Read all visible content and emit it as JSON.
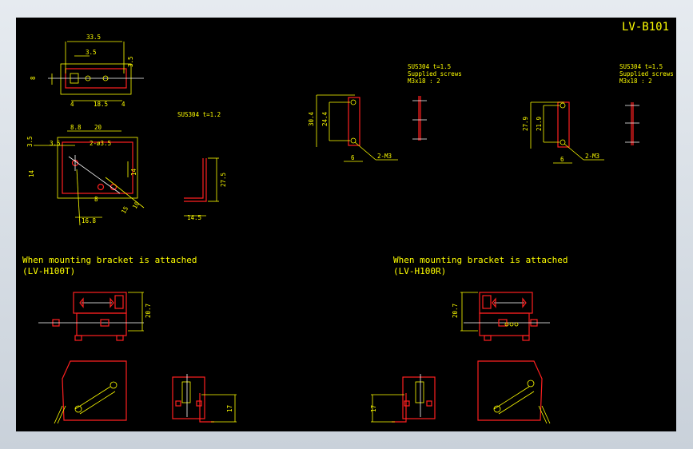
{
  "drawing": {
    "title": "LV-B101",
    "notes": {
      "material_top": "SUS304   t=1.2",
      "material_right": "SUS304   t=1.5",
      "supplied": "Supplied screws",
      "screws": "M3x18 : 2",
      "caption_left_1": "When mounting bracket is attached",
      "caption_left_2": "(LV-H100T)",
      "caption_right_1": "When mounting bracket is attached",
      "caption_right_2": "(LV-H100R)"
    },
    "dims": {
      "d33_5": "33.5",
      "d3_5a": "3.5",
      "d3_5b": "3.5",
      "d8": "8",
      "d4a": "4",
      "d18_5": "18.5",
      "d4b": "4",
      "d8_8": "8.8",
      "d20": "20",
      "d3_5c": "3.5",
      "d3_5d": "3.5",
      "holes": "2-ø3.5",
      "d14a": "14",
      "d14b": "14",
      "d8b": "8",
      "d16_8": "16.8",
      "d15": "15",
      "d10": "10",
      "d27_5": "27.5",
      "d14_5": "14.5",
      "d30_4": "30.4",
      "d24_4": "24.4",
      "d6a": "6",
      "m3a": "2-M3",
      "d27_9": "27.9",
      "d21_9": "21.9",
      "d6b": "6",
      "m3b": "2-M3",
      "d20_7a": "20.7",
      "d20_7b": "20.7",
      "d17a": "17",
      "d17b": "17"
    }
  },
  "colors": {
    "background": "#000000",
    "text": "#ffff00",
    "part": "#ff2020",
    "dimension": "#ffff00",
    "center": "#ffffff"
  }
}
